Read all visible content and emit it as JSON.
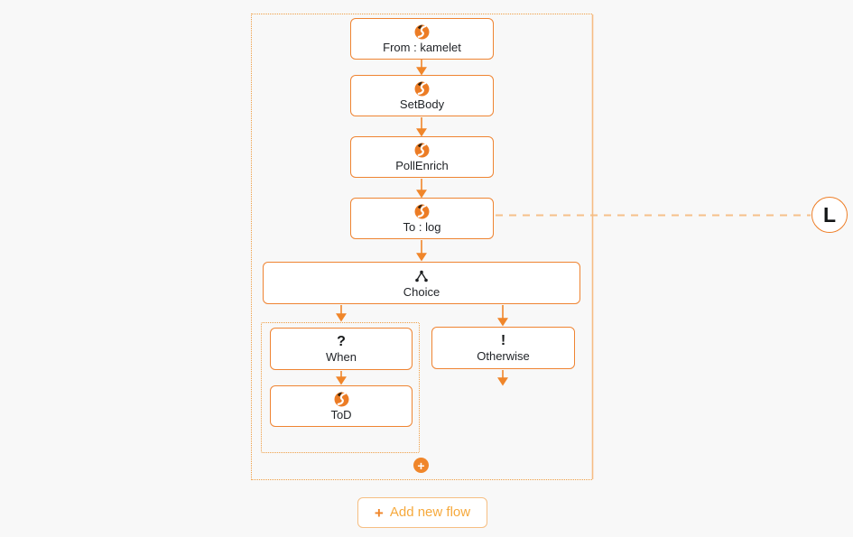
{
  "route": {
    "steps": [
      {
        "label": "From : kamelet",
        "icon": "camel-logo"
      },
      {
        "label": "SetBody",
        "icon": "camel-logo"
      },
      {
        "label": "PollEnrich",
        "icon": "camel-logo"
      },
      {
        "label": "To : log",
        "icon": "camel-logo"
      },
      {
        "label": "Choice",
        "icon": "branch-icon"
      }
    ],
    "when": {
      "label": "When",
      "glyph": "?"
    },
    "tod": {
      "label": "ToD",
      "icon": "camel-logo"
    },
    "otherwise": {
      "label": "Otherwise",
      "glyph": "!"
    },
    "connection_badge": "L"
  },
  "actions": {
    "add_step_plus": "+",
    "add_flow_plus": "+",
    "add_flow_label": "Add new flow"
  },
  "colors": {
    "accent_orange": "#ef8432",
    "arrow_orange": "#f0862a",
    "dotted_border": "#ef9d42",
    "light_connector": "#f6c18a",
    "container_right_edge": "#f6bc84",
    "node_text": "#1f2226",
    "button_text": "#f6a93c",
    "page_background": "#f8f8f8",
    "node_background": "#ffffff"
  }
}
